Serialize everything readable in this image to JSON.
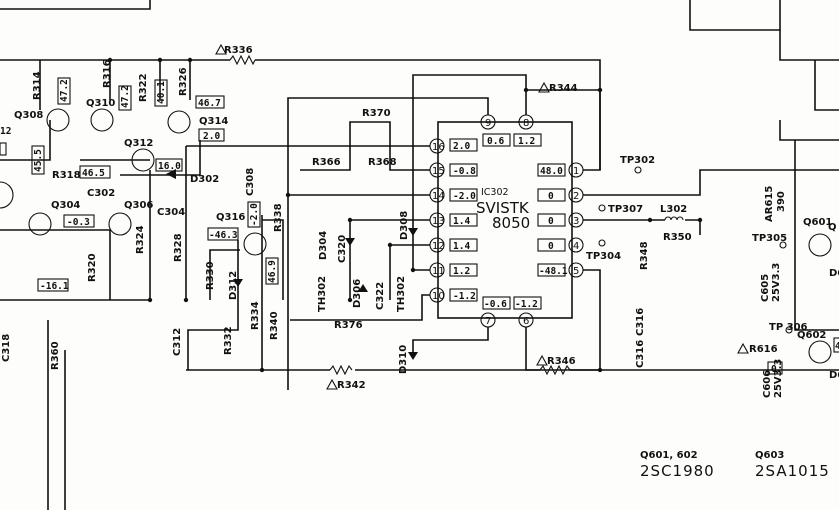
{
  "ic": {
    "ref": "IC302",
    "part_line1": "SVISTK",
    "part_line2": "8050"
  },
  "ic_pins": [
    {
      "n": "1"
    },
    {
      "n": "2"
    },
    {
      "n": "3"
    },
    {
      "n": "4"
    },
    {
      "n": "5"
    },
    {
      "n": "6"
    },
    {
      "n": "7"
    },
    {
      "n": "8"
    },
    {
      "n": "9"
    },
    {
      "n": "10"
    },
    {
      "n": "11"
    },
    {
      "n": "12"
    },
    {
      "n": "13"
    },
    {
      "n": "14"
    },
    {
      "n": "15"
    },
    {
      "n": "16"
    }
  ],
  "ic_voltages": {
    "p1": "48.0",
    "p2": "0",
    "p3": "0",
    "p4": "0",
    "p5": "-48.1",
    "p6": "-1.2",
    "p7": "-0.6",
    "p8": "1.2",
    "p9": "0.6",
    "p10": "-1.2",
    "p11": "1.2",
    "p12": "1.4",
    "p13": "1.4",
    "p14": "-2.0",
    "p15": "-0.8",
    "p16": "2.0"
  },
  "resistors": {
    "r336": "R336",
    "r344": "R344",
    "r370": "R370",
    "r366": "R366",
    "r368": "R368",
    "r314": "R314",
    "r316": "R316",
    "r322": "R322",
    "r326": "R326",
    "r318": "R318",
    "r320": "R320",
    "r324": "R324",
    "r328": "R328",
    "r330": "R330",
    "r332": "R332",
    "r334": "R334",
    "r338": "R338",
    "r340": "R340",
    "r376": "R376",
    "r346": "R346",
    "r342": "R342",
    "r360": "R360",
    "r348": "R348",
    "r350": "R350",
    "ar615": "AR615",
    "r390": "390",
    "ar616": "R616"
  },
  "caps": {
    "c302": "C302",
    "c304": "C304",
    "c308": "C308",
    "c312": "C312",
    "c316": "C316",
    "c316b": "C316",
    "c320": "C320",
    "c322": "C322",
    "c318": "C318",
    "c605": "C605",
    "c605v": "25V3.3",
    "c606": "C606",
    "c606v": "25V3.3"
  },
  "transistors": {
    "q308": "Q308",
    "q310": "Q310",
    "q312": "Q312",
    "q314": "Q314",
    "q304": "Q304",
    "q306": "Q306",
    "q316": "Q316",
    "q601": "Q601",
    "q602": "Q602"
  },
  "diodes": {
    "d302": "D302",
    "d304": "D304",
    "d306": "D306",
    "d308": "D308",
    "d310": "D310",
    "d312": "D312",
    "th302a": "TH302",
    "th302b": "TH302"
  },
  "misc": {
    "l302": "L302",
    "tp302": "TP302",
    "tp304": "TP304",
    "tp305": "TP305",
    "tp306": "TP 306",
    "tp307": "TP307",
    "r616_box": "0",
    "q601_box": "Q",
    "d6a": "D6",
    "d6b": "D6"
  },
  "voltages": {
    "v472a": "47.2",
    "v472b": "47.2",
    "v401": "40.1",
    "v467": "46.7",
    "v20": "2.0",
    "v160": "16.0",
    "v455": "45.5",
    "v465": "46.5",
    "v03": "-0.3",
    "v161": "-16.1",
    "v463": "-46.3",
    "v20n": "-2.0",
    "v469": "46.9",
    "q602box": "4",
    "v12top": "12"
  },
  "bottom": {
    "q601_602_label": "Q601, 602",
    "q601_602_part": "2SC1980",
    "q603_label": "Q603",
    "q603_part": "2SA1015"
  }
}
